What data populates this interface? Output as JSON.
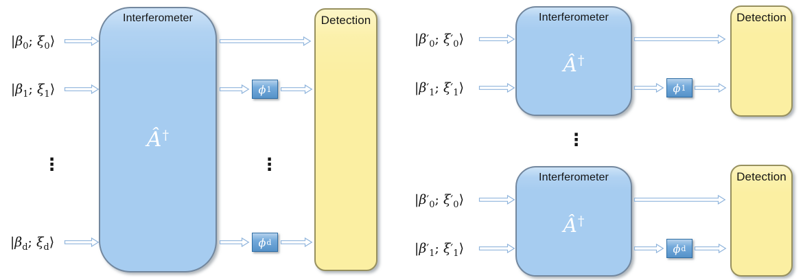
{
  "titles": {
    "interferometer": "Interferometer",
    "detection": "Detection"
  },
  "operator": {
    "symbol": "Â",
    "dagger": "†"
  },
  "ellipsis": "⋮",
  "ket": {
    "open": "|",
    "beta": "β",
    "xi": "ξ",
    "semicolon": ";",
    "prime": "′",
    "close": "⟩"
  },
  "phase_symbol": "ϕ",
  "left": {
    "input_subs": [
      "0",
      "1",
      "d"
    ],
    "phase_subs": [
      "1",
      "d"
    ]
  },
  "right_top": {
    "input_subs": [
      "0",
      "1"
    ],
    "phase_sub": "1"
  },
  "right_bottom": {
    "input_subs": [
      "0",
      "1"
    ],
    "phase_sub": "d"
  },
  "colors": {
    "interferometer_fill": "#a6ccf0",
    "interferometer_border": "#72879e",
    "detection_fill": "#fbefa2",
    "detection_border": "#97905e",
    "phase_fill": "#5b9bd5",
    "phase_border": "#2e6da4",
    "arrow_stroke": "#8fb4dc",
    "operator_color": "#ffffff"
  }
}
